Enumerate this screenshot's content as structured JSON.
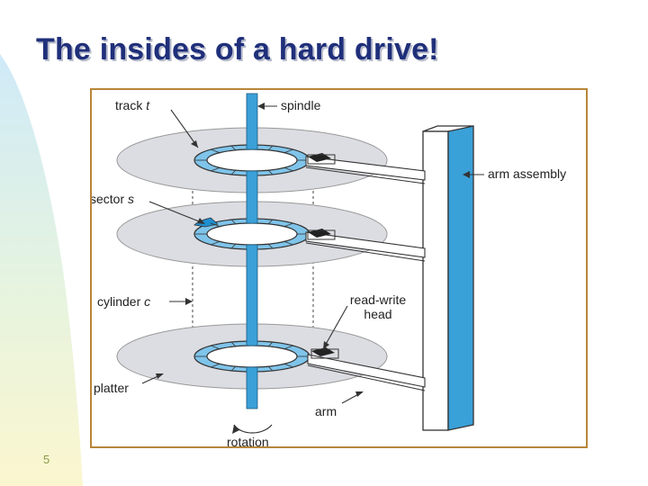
{
  "slide": {
    "title": "The insides of a hard drive!",
    "page_number": "5"
  },
  "diagram": {
    "labels": {
      "track_word": "track",
      "track_var": "t",
      "spindle": "spindle",
      "arm_assembly": "arm assembly",
      "sector_word": "sector",
      "sector_var": "s",
      "cylinder_word": "cylinder",
      "cylinder_var": "c",
      "read_write_line1": "read-write",
      "read_write_line2": "head",
      "platter": "platter",
      "arm": "arm",
      "rotation": "rotation"
    }
  },
  "colors": {
    "title": "#1f2f7a",
    "frame_border": "#b8863a",
    "spindle": "#3aa0d8",
    "track_band": "#7fc4ea",
    "sector_highlight": "#1e8fd0",
    "platter": "#dcdde2",
    "label_text": "#222222"
  }
}
